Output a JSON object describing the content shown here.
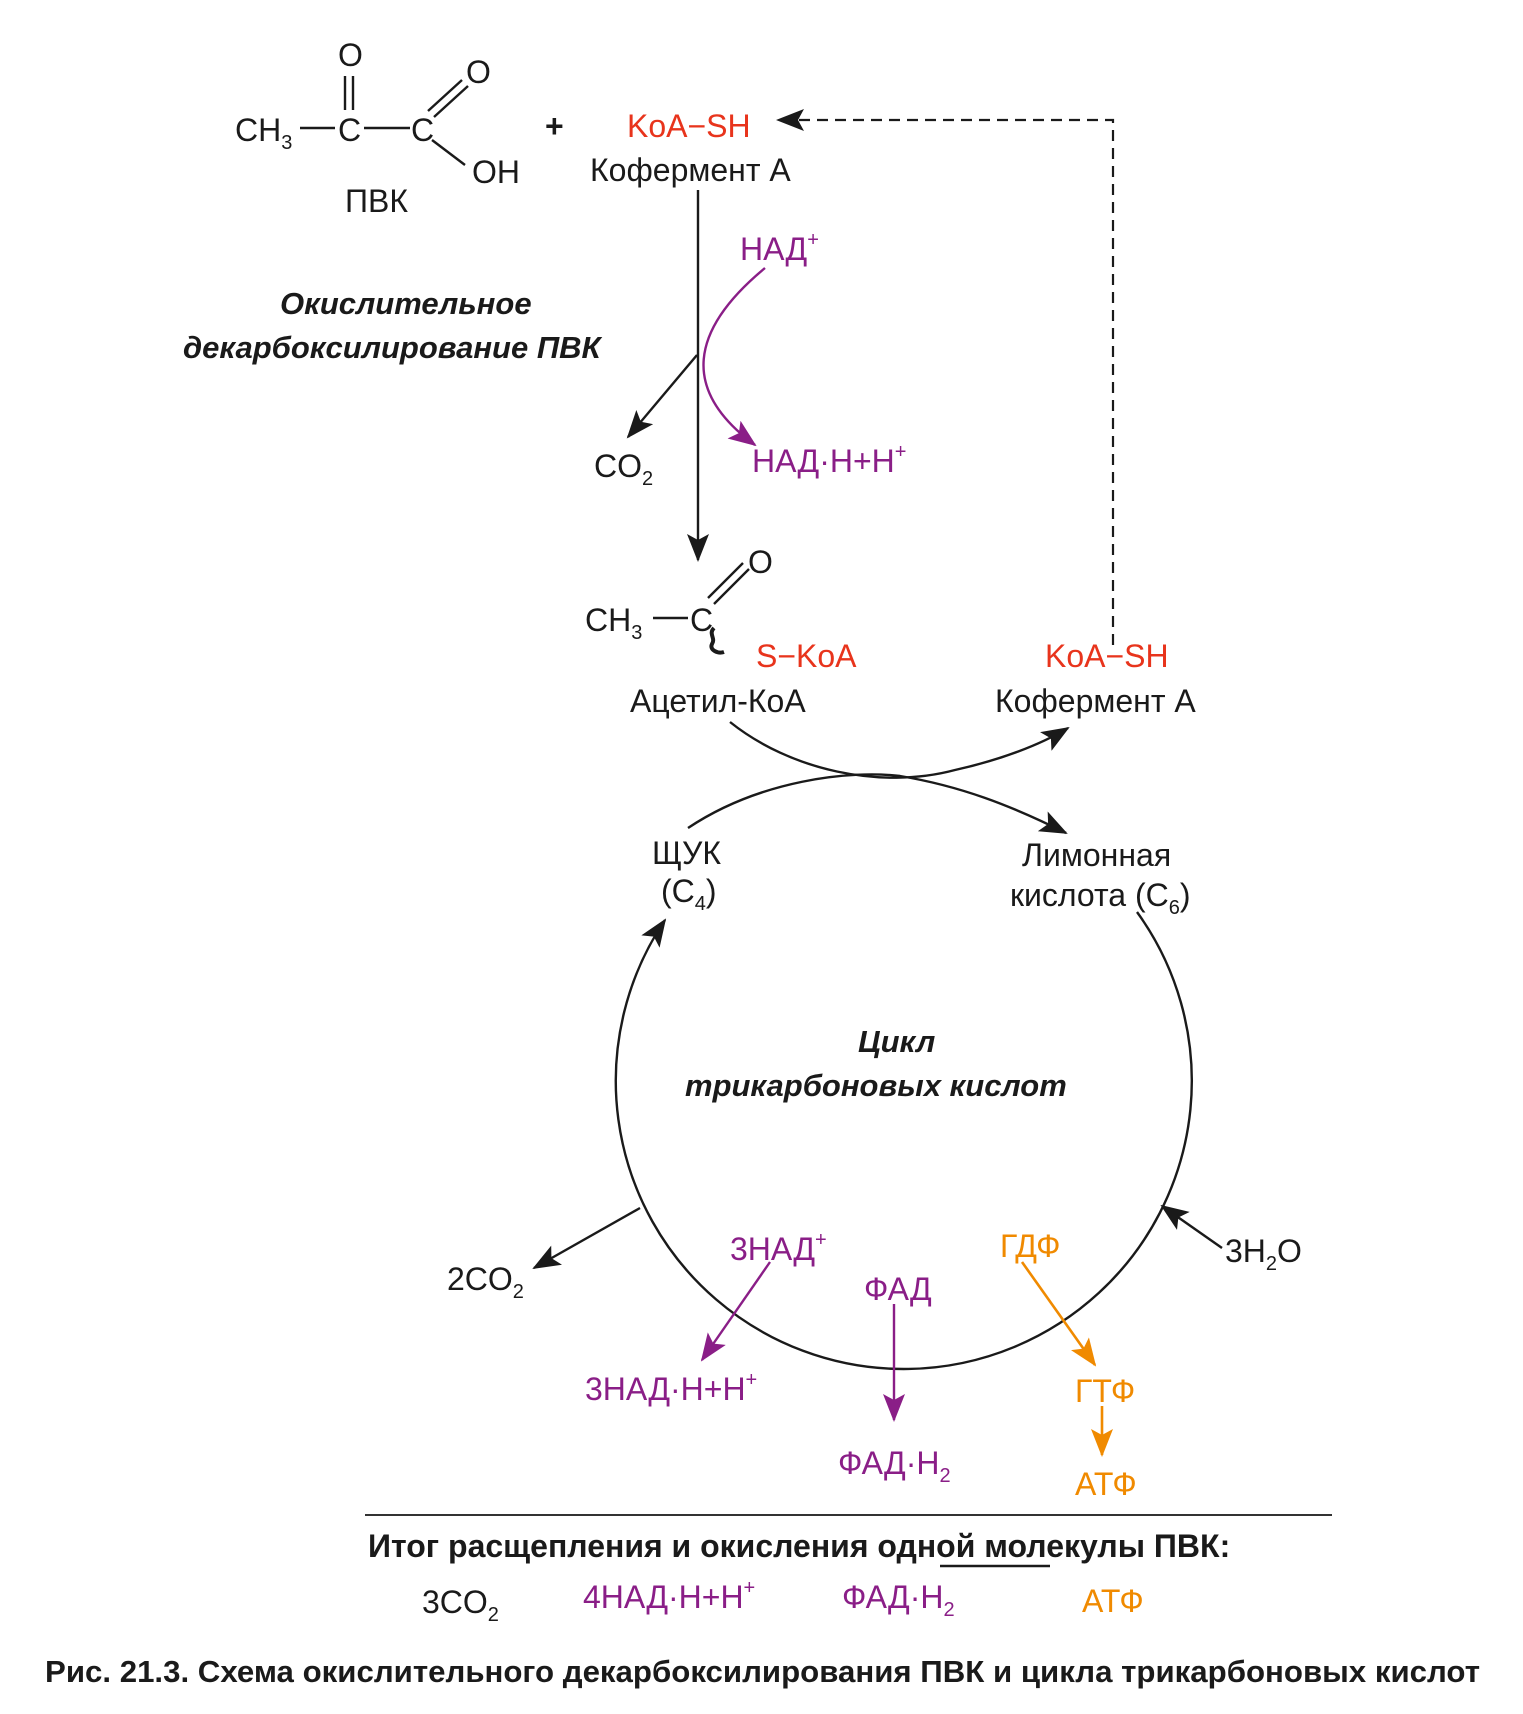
{
  "colors": {
    "text": "#1a1a1a",
    "coenzyme_red": "#e8341c",
    "nad_fad_purple": "#8a1e87",
    "gtp_atp_orange": "#f08a00"
  },
  "pyruvate": {
    "ch3": "CH",
    "ch3_sub": "3",
    "c1": "C",
    "c2": "C",
    "o1": "O",
    "o2": "O",
    "oh": "OH",
    "label": "ПВК"
  },
  "plus": "+",
  "coenzyme_top": {
    "formula": "KoA−SH",
    "label": "Кофермент А"
  },
  "decarboxylation_title": {
    "line1": "Окислительное",
    "line2": "декарбоксилирование ПВК"
  },
  "nad_in": {
    "text": "НАД",
    "sup": "+"
  },
  "nadh_out": {
    "text": "НАД·Н+Н",
    "sup": "+"
  },
  "co2_top": {
    "text": "CO",
    "sub": "2"
  },
  "acetyl_coa": {
    "ch3": "CH",
    "ch3_sub": "3",
    "c": "C",
    "o": "O",
    "s_koa": "S−KoA",
    "label": "Ацетил-КоА"
  },
  "coenzyme_mid": {
    "formula": "KoA−SH",
    "label": "Кофермент А"
  },
  "oaa": {
    "line1": "ЩУК",
    "paren_open": "(C",
    "sub": "4",
    "paren_close": ")"
  },
  "citrate": {
    "line1": "Лимонная",
    "line2": "кислота (C",
    "sub": "6",
    "paren_close": ")"
  },
  "cycle_title": {
    "line1": "Цикл",
    "line2": "трикарбоновых кислот"
  },
  "co2_cycle": {
    "text": "2CO",
    "sub": "2"
  },
  "water": {
    "pre": "3H",
    "sub": "2",
    "post": "O"
  },
  "nad_cycle_in": {
    "text": "3НАД",
    "sup": "+"
  },
  "nadh_cycle_out": {
    "text": "3НАД·Н+Н",
    "sup": "+"
  },
  "fad_in": {
    "text": "ФАД"
  },
  "fadh2_out": {
    "text": "ФАД·Н",
    "sub": "2"
  },
  "gdp": {
    "text": "ГДФ"
  },
  "gtp": {
    "text": "ГТФ"
  },
  "atp": {
    "text": "АТФ"
  },
  "summary": {
    "title_pre": "Итог расщепления и окисления ",
    "title_underlined": "одной",
    "title_post": " молекулы ПВК:",
    "items": [
      {
        "text": "3CO",
        "sub": "2",
        "sup": "",
        "color": "black"
      },
      {
        "text": "4НАД·Н+Н",
        "sub": "",
        "sup": "+",
        "color": "purple"
      },
      {
        "text": "ФАД·Н",
        "sub": "2",
        "sup": "",
        "color": "purple"
      },
      {
        "text": "АТФ",
        "sub": "",
        "sup": "",
        "color": "orange"
      }
    ]
  },
  "caption": "Рис. 21.3. Схема окислительного декарбоксилирования ПВК и цикла трикарбоновых кислот"
}
